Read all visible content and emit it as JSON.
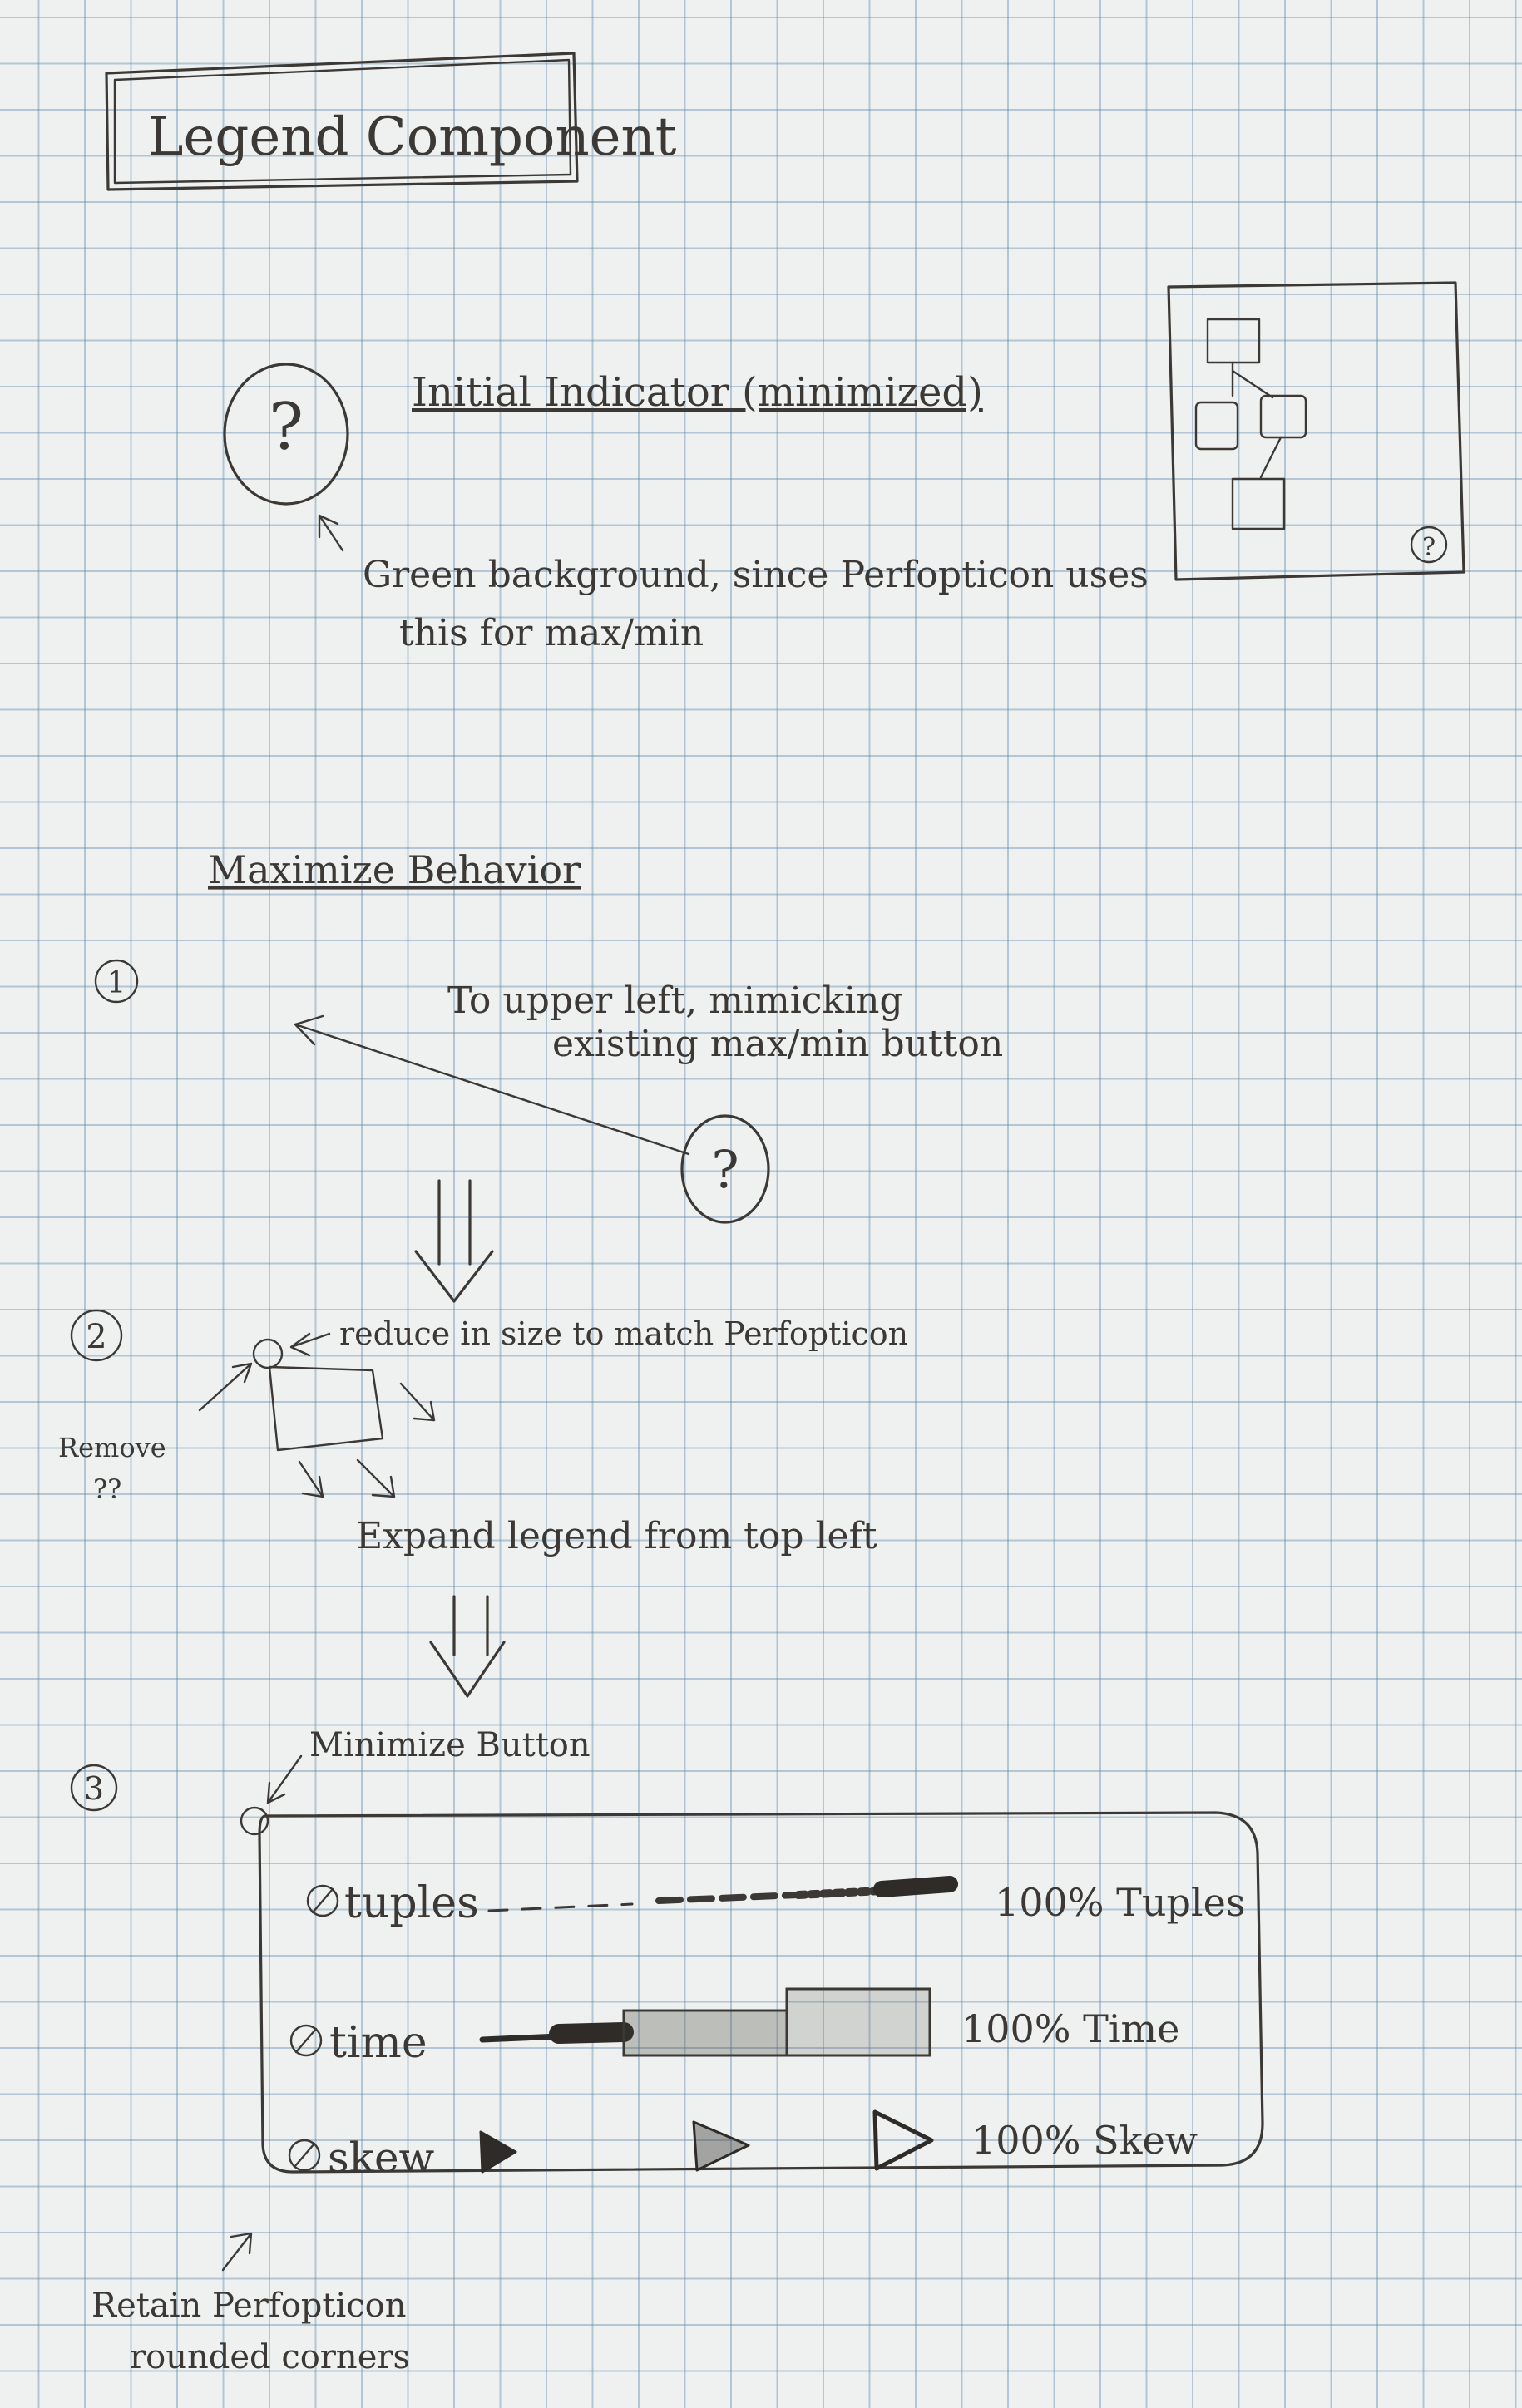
{
  "title": "Legend Component",
  "initial": {
    "heading": "Initial Indicator (minimized)",
    "indicator_glyph": "?",
    "note_line1": "Green background, since Perfopticon uses",
    "note_line2": "this for max/min",
    "thumb_help_glyph": "?"
  },
  "maximize": {
    "heading": "Maximize Behavior",
    "step1": {
      "number": "1",
      "note_line1": "To upper left, mimicking",
      "note_line2": "existing max/min button",
      "glyph": "?"
    },
    "step2": {
      "number": "2",
      "note_reduce": "reduce in size to match Perfopticon",
      "note_remove_line1": "Remove",
      "note_remove_line2": "??",
      "note_expand": "Expand legend from top left"
    },
    "step3": {
      "number": "3",
      "note_minimize": "Minimize Button",
      "rows": [
        {
          "label": "tuples",
          "value_label": "100% Tuples"
        },
        {
          "label": "time",
          "value_label": "100% Time"
        },
        {
          "label": "skew",
          "value_label": "100% Skew"
        }
      ],
      "note_corners_line1": "Retain Perfopticon",
      "note_corners_line2": "rounded corners"
    }
  },
  "colors": {
    "paper": "#eef1ef",
    "grid": "#5680aa",
    "ink": "#3b3835"
  }
}
